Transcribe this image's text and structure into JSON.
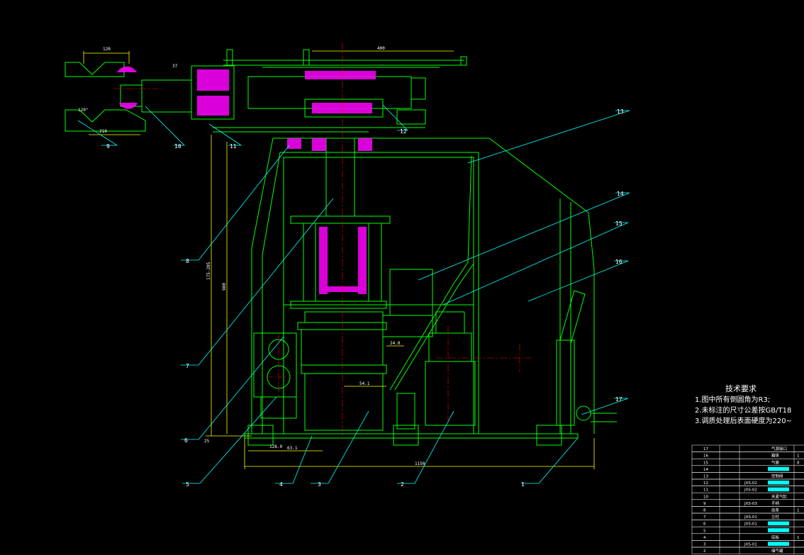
{
  "tech_requirements": {
    "title": "技术要求",
    "lines": [
      "1.图中所有倒圆角为R3;",
      "2.未标注的尺寸公差按GB/T18",
      "3.调质处理后表面硬度为220~"
    ]
  },
  "part_labels": [
    {
      "id": "1",
      "text": "1"
    },
    {
      "id": "2",
      "text": "2"
    },
    {
      "id": "3",
      "text": "3"
    },
    {
      "id": "4",
      "text": "4"
    },
    {
      "id": "5",
      "text": "5"
    },
    {
      "id": "6",
      "text": "6"
    },
    {
      "id": "7",
      "text": "7"
    },
    {
      "id": "8",
      "text": "8"
    },
    {
      "id": "9",
      "text": "9"
    },
    {
      "id": "10",
      "text": "10"
    },
    {
      "id": "11",
      "text": "11"
    },
    {
      "id": "12",
      "text": "12"
    },
    {
      "id": "13",
      "text": "13"
    },
    {
      "id": "14",
      "text": "14"
    },
    {
      "id": "15",
      "text": "15"
    },
    {
      "id": "16",
      "text": "16"
    },
    {
      "id": "17",
      "text": "17"
    }
  ],
  "dimensions": {
    "top_left": "120",
    "small_37": "37",
    "angle": "120°",
    "width_210": "210",
    "top_long": "400",
    "d_24": "24.0",
    "d_54": "54.1",
    "d_128": "128.0",
    "d_63": "63.1",
    "d_bottom": "1150",
    "d_side": "980",
    "d_left": "175-205",
    "d_25": "25"
  },
  "bom": {
    "rows": [
      {
        "no": "17",
        "code": "",
        "name": "气源接口",
        "qty": ""
      },
      {
        "no": "16",
        "code": "",
        "name": "箱体",
        "qty": "1"
      },
      {
        "no": "15",
        "code": "",
        "name": "气管",
        "qty": "8"
      },
      {
        "no": "14",
        "code": "",
        "name": "",
        "qty": ""
      },
      {
        "no": "13",
        "code": "",
        "name": "控制阀",
        "qty": ""
      },
      {
        "no": "12",
        "code": "JXS-02",
        "name": "",
        "qty": ""
      },
      {
        "no": "11",
        "code": "JXS-02",
        "name": "",
        "qty": ""
      },
      {
        "no": "10",
        "code": "",
        "name": "夹紧气缸",
        "qty": ""
      },
      {
        "no": "9",
        "code": "JXS-03",
        "name": "手柄",
        "qty": ""
      },
      {
        "no": "8",
        "code": "",
        "name": "齿条",
        "qty": "1"
      },
      {
        "no": "7",
        "code": "JXS-01",
        "name": "立柱",
        "qty": ""
      },
      {
        "no": "6",
        "code": "JXS-01",
        "name": "",
        "qty": ""
      },
      {
        "no": "5",
        "code": "",
        "name": "",
        "qty": ""
      },
      {
        "no": "4",
        "code": "",
        "name": "底板",
        "qty": "1"
      },
      {
        "no": "3",
        "code": "JXS-01",
        "name": "",
        "qty": ""
      },
      {
        "no": "2",
        "code": "",
        "name": "储气罐",
        "qty": ""
      }
    ]
  },
  "colors": {
    "frame": "#00ff00",
    "accent": "#ff00ff",
    "leader": "#00ffff",
    "center": "#ff0000",
    "dim": "#ffff00",
    "bom_highlight": "#00ffff"
  }
}
